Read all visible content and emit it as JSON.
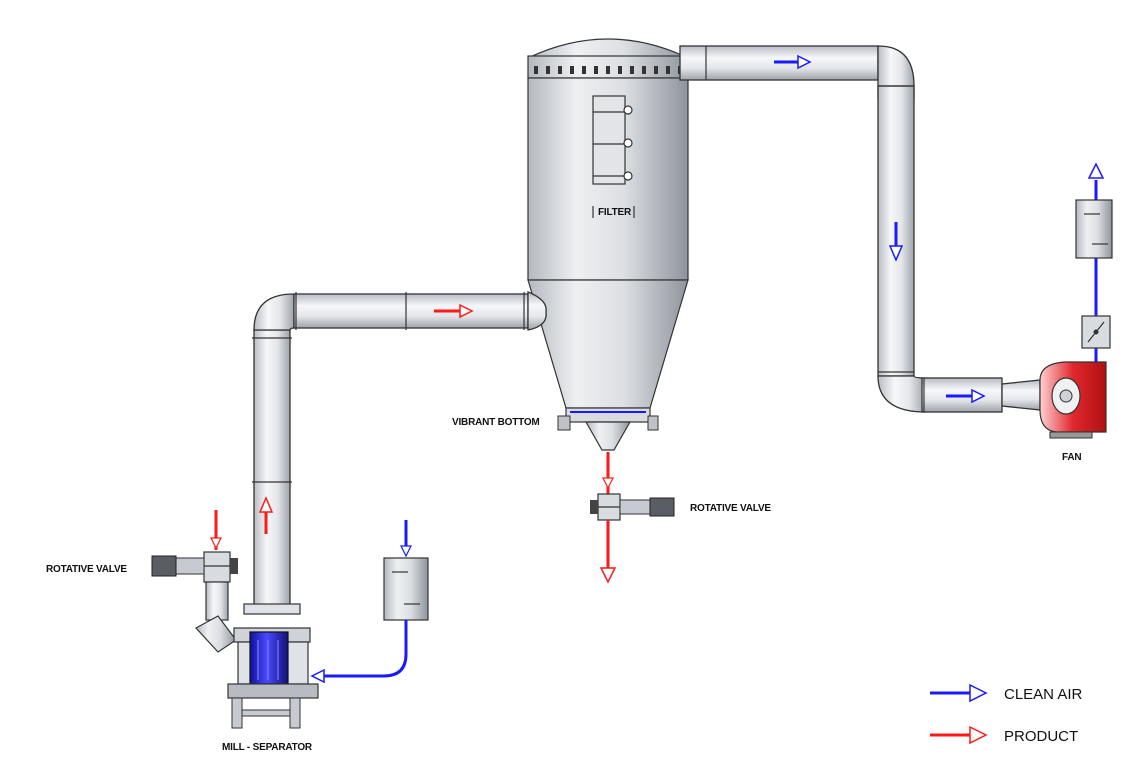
{
  "labels": {
    "filter": "FILTER",
    "vibrant_bottom": "VIBRANT BOTTOM",
    "rotative_valve_center": "ROTATIVE VALVE",
    "rotative_valve_left": "ROTATIVE VALVE",
    "fan": "FAN",
    "mill_separator": "MILL - SEPARATOR"
  },
  "legend": {
    "clean_air": "CLEAN AIR",
    "product": "PRODUCT"
  },
  "colors": {
    "clean_air": "#1a1aff",
    "product": "#ff1a1a",
    "fan": "#e0282e",
    "motor": "#2a2ad8"
  }
}
